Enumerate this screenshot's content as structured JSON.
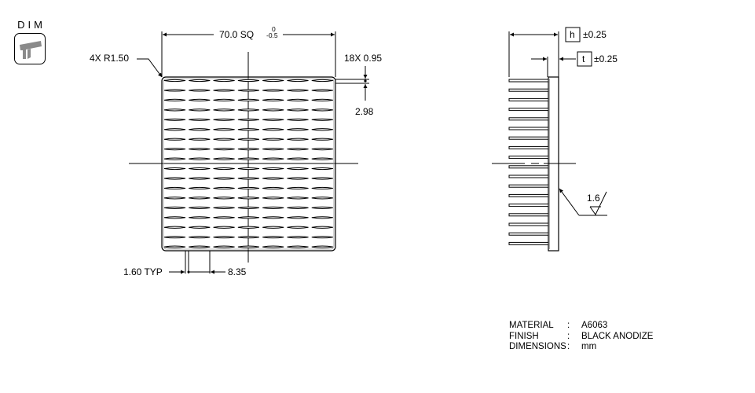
{
  "badge": {
    "label": "DIM",
    "icon": "caliper-icon"
  },
  "top_view": {
    "overall_dim": "70.0 SQ",
    "tol_upper": "0",
    "tol_lower": "-0.5",
    "corner_radius": "4X R1.50",
    "fin_thickness": "18X 0.95",
    "fin_pitch": "2.98",
    "slot_width": "1.60 TYP",
    "slot_pitch": "8.35",
    "rows": 18,
    "columns": 7
  },
  "side_view": {
    "height_label": "h",
    "height_tol": "±0.25",
    "thickness_label": "t",
    "thickness_tol": "±0.25",
    "surface_roughness": "1.6",
    "fins": 18
  },
  "notes": [
    {
      "key": "MATERIAL",
      "sep": ":",
      "value": "A6063"
    },
    {
      "key": "FINISH",
      "sep": ":",
      "value": "BLACK ANODIZE"
    },
    {
      "key": "DIMENSIONS",
      "sep": ":",
      "value": "mm"
    }
  ]
}
